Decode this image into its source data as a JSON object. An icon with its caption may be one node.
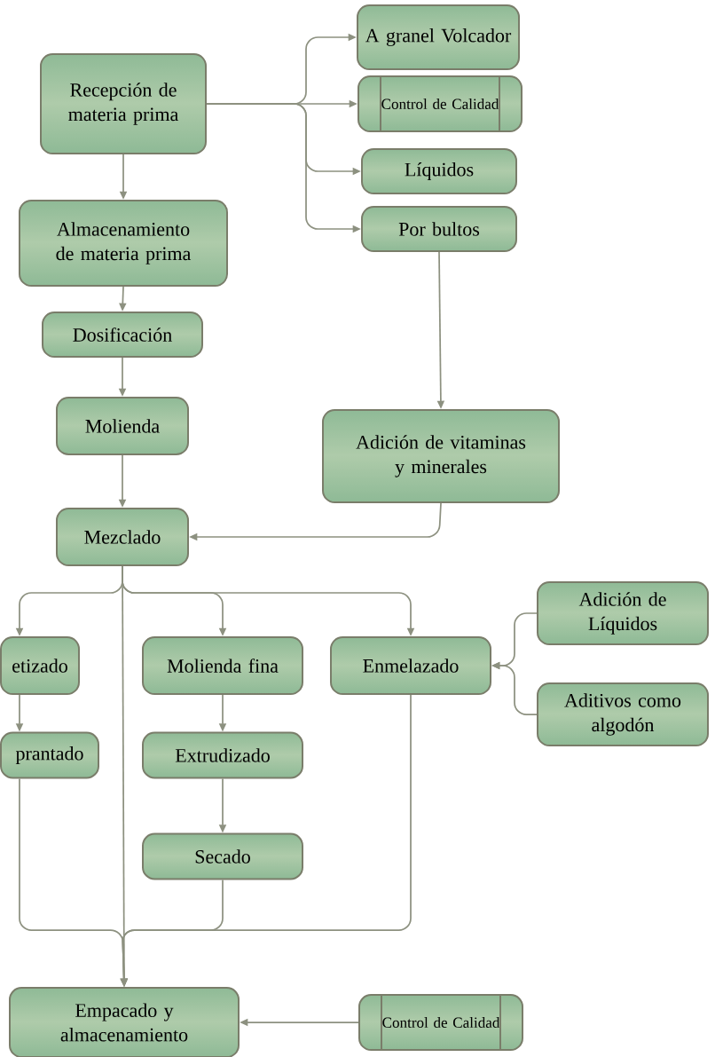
{
  "diagram": {
    "nodes": [
      {
        "text": [
          "Recepción de materia prima"
        ]
      },
      {
        "text": [
          "A granel Volcador"
        ]
      },
      {
        "text": [
          "Control de Calidad"
        ]
      },
      {
        "text": [
          "Líquidos"
        ]
      },
      {
        "text": [
          "Por bultos"
        ]
      },
      {
        "text": [
          "Almacenamiento de materia prima"
        ]
      },
      {
        "text": [
          "Dosificación"
        ]
      },
      {
        "text": [
          "Molienda"
        ]
      },
      {
        "text": [
          "Adición de vitaminas y minerales"
        ]
      },
      {
        "text": [
          "Mezclado"
        ]
      },
      {
        "text": [
          "etizado"
        ]
      },
      {
        "text": [
          "prantado"
        ]
      },
      {
        "text": [
          "Molienda fina"
        ]
      },
      {
        "text": [
          "Enmelazado"
        ]
      },
      {
        "text": [
          "Adición  de Líquidos"
        ]
      },
      {
        "text": [
          "Aditivos como algodón"
        ]
      },
      {
        "text": [
          "Extrudizado"
        ]
      },
      {
        "text": [
          "Secado"
        ]
      },
      {
        "text": [
          "Empacado y almacenamiento"
        ]
      },
      {
        "text": [
          "Control de Calidad"
        ]
      }
    ],
    "edges": [
      {
        "from": 0,
        "to": 1,
        "arrow": "to"
      },
      {
        "from": 0,
        "to": 2,
        "arrow": "to"
      },
      {
        "from": 0,
        "to": 3,
        "arrow": "to"
      },
      {
        "from": 0,
        "to": 4,
        "arrow": "to"
      },
      {
        "from": 0,
        "to": 5,
        "arrow": "to"
      },
      {
        "from": 5,
        "to": 6,
        "arrow": "to"
      },
      {
        "from": 6,
        "to": 7,
        "arrow": "to"
      },
      {
        "from": 7,
        "to": 9,
        "arrow": "to"
      },
      {
        "from": 4,
        "to": 8,
        "arrow": "to"
      },
      {
        "from": 8,
        "to": 9,
        "arrow": "to"
      },
      {
        "from": 9,
        "to": 10,
        "arrow": "to"
      },
      {
        "from": 9,
        "to": 12,
        "arrow": "to"
      },
      {
        "from": 9,
        "to": 13,
        "arrow": "to"
      },
      {
        "from": 9,
        "to": 18,
        "arrow": "to"
      },
      {
        "from": 10,
        "to": 11,
        "arrow": "to"
      },
      {
        "from": 12,
        "to": 16,
        "arrow": "to"
      },
      {
        "from": 16,
        "to": 17,
        "arrow": "to"
      },
      {
        "from": 11,
        "to": 18,
        "arrow": "to"
      },
      {
        "from": 17,
        "to": 18,
        "arrow": "to"
      },
      {
        "from": 13,
        "to": 18,
        "arrow": "to"
      },
      {
        "from": 14,
        "to": 13,
        "arrow": "to"
      },
      {
        "from": 15,
        "to": 13,
        "arrow": "to"
      },
      {
        "from": 19,
        "to": 18,
        "arrow": "to"
      }
    ]
  }
}
